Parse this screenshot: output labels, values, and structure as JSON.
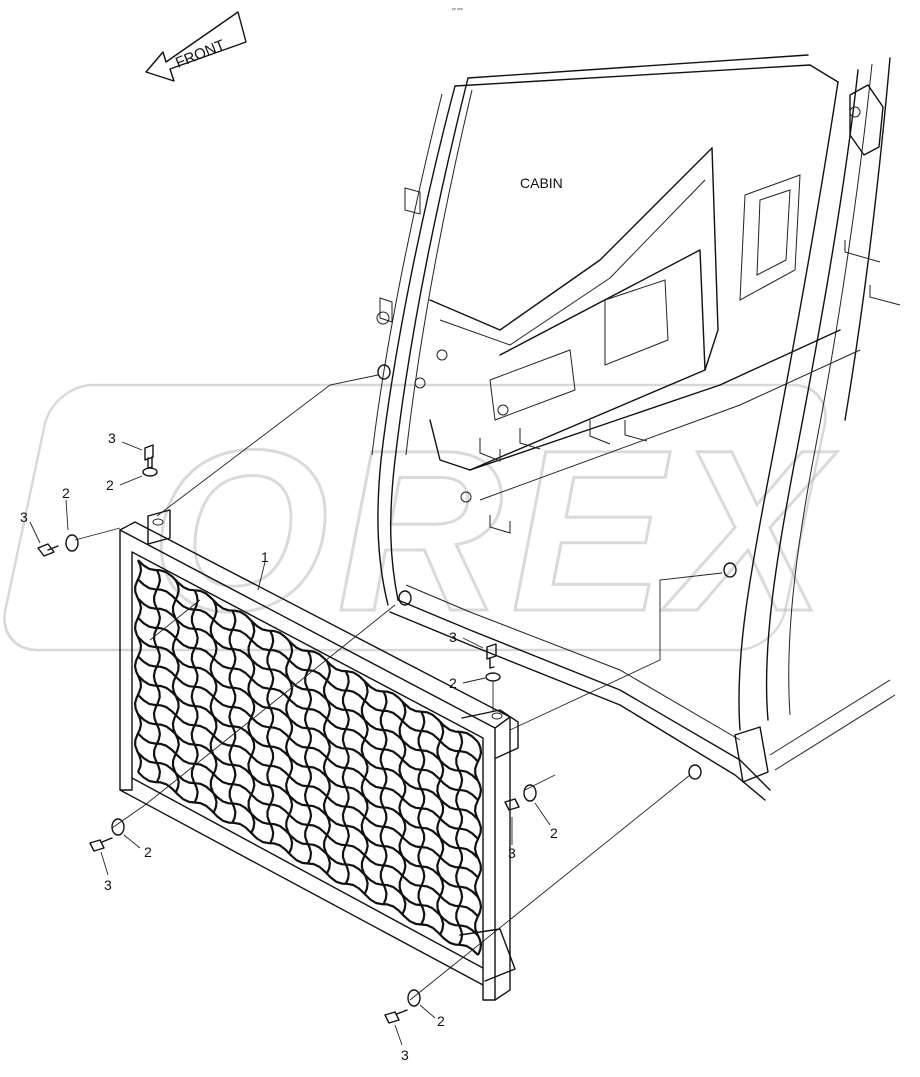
{
  "header": {
    "tiny_mark": "ᵖᵖ ᵖᵖᵖ"
  },
  "direction_arrow": {
    "label": "FRONT"
  },
  "labels": {
    "cabin": "CABIN"
  },
  "watermark": {
    "text": "OREX"
  },
  "callouts": [
    {
      "part": "1"
    },
    {
      "part": "2"
    },
    {
      "part": "2"
    },
    {
      "part": "2"
    },
    {
      "part": "2"
    },
    {
      "part": "2"
    },
    {
      "part": "2"
    },
    {
      "part": "3"
    },
    {
      "part": "3"
    },
    {
      "part": "3"
    },
    {
      "part": "3"
    },
    {
      "part": "3"
    },
    {
      "part": "3"
    }
  ]
}
